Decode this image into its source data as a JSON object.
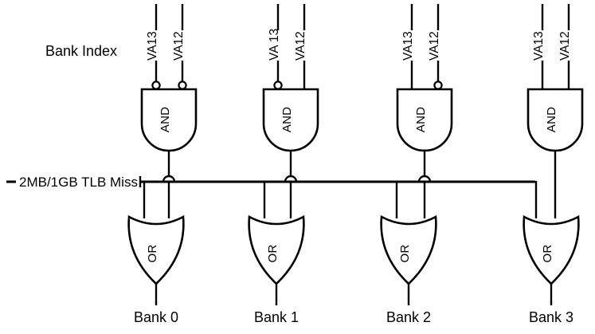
{
  "diagram": {
    "title_label": "Bank Index",
    "bus_label": "2MB/1GB TLB Miss",
    "and_gate_label": "AND",
    "or_gate_label": "OR",
    "colors": {
      "line": "#000000",
      "background": "#ffffff",
      "gate_fill": "#ffffff"
    },
    "units": [
      {
        "and_label": "AND",
        "or_label": "OR",
        "output_label": "Bank 0",
        "inputs": [
          {
            "name": "VA13",
            "inverted": true
          },
          {
            "name": "VA12",
            "inverted": true
          }
        ]
      },
      {
        "and_label": "AND",
        "or_label": "OR",
        "output_label": "Bank 1",
        "inputs": [
          {
            "name": "VA 13",
            "inverted": true
          },
          {
            "name": "VA12",
            "inverted": false
          }
        ]
      },
      {
        "and_label": "AND",
        "or_label": "OR",
        "output_label": "Bank 2",
        "inputs": [
          {
            "name": "VA13",
            "inverted": false
          },
          {
            "name": "VA12",
            "inverted": true
          }
        ]
      },
      {
        "and_label": "AND",
        "or_label": "OR",
        "output_label": "Bank 3",
        "inputs": [
          {
            "name": "VA13",
            "inverted": false
          },
          {
            "name": "VA12",
            "inverted": false
          }
        ]
      }
    ]
  }
}
